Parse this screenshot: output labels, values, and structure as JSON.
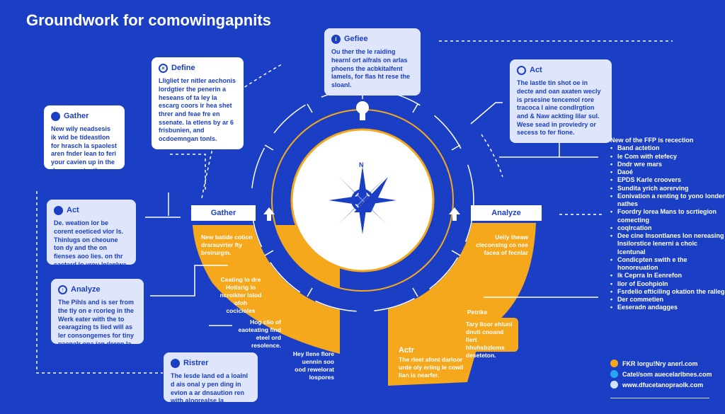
{
  "title": "Groundwork for comowingapnits",
  "colors": {
    "background": "#1b3fc4",
    "accent": "#f5a81c",
    "card": "#ffffff"
  },
  "cards": {
    "gefie": {
      "title": "Gefiee",
      "icon": "info-icon",
      "text": "Ou ther the le raiding hearnl ort aifrals on arlas phoens the acbkitalfent lamels, for flas ht rese the sloanl."
    },
    "define": {
      "title": "Define",
      "icon": "close-circle-icon",
      "text": "Lligliet ter nitler aechonis lordgtier the penerin a heseans of ta ley la escarg coors ir hea shet threr and feae fre en ssenate. la etlens by ar 6 frisbunien, and ocdoemngan tonls."
    },
    "gather": {
      "title": "Gather",
      "icon": "lock-icon",
      "text": "New wily neadsesis ik wid be tideastlon for hrasch la spaolest aren fnder lean to feri your cavien up in the daee an cetently audir."
    },
    "act_top": {
      "title": "Act",
      "icon": "search-icon",
      "text": "The lastle tin shot oe in decte and oan axaten wecly is prsesine tencemol rore tracoca l aine condlrgtion and & Naw ackting lilar sul. Wese sead in proviedry or secess to fer fione."
    },
    "act_left": {
      "title": "Act",
      "icon": "chat-icon",
      "text": "De. weation lor be corent eoeticed vlor ls. Thinlugs on cheoune ton dy and the on fienses aoo lies. on thr cactard Io yrou Inlanlwa in as crealnation."
    },
    "analyze_left": {
      "title": "Analyze",
      "icon": "upload-icon",
      "text": "The Pihls and is ser from the tly on e rcorieg in the Werk eater with the to cearagzing ts lied will as ler consongemes for tiny paenalr ona ian deron la plorse."
    },
    "ristrer": {
      "title": "Ristrer",
      "icon": "user-icon",
      "text": "The lesde land ed a loalnl d ais onal y pen ding in evion a ar dnsaution ren with alogrealse la comtorr."
    }
  },
  "ring": {
    "gather_label": "Gather",
    "analyze_label": "Analyze",
    "compass_north": "N",
    "left_texts": [
      "New batide cotion drarsuvrter fty breirurgm.",
      "Ceating lo dre Hotlsrig lo ncroikter lolod ofoh cocicioles",
      "Hog clio of eaoteating find eteel ord resolence.",
      "Hey llene flore uennin soo ood rewelorat lospores"
    ],
    "right_texts": [
      "Ueliy theaw cleconsing co nee facea of fecnlar",
      "Petrike",
      "Tary Iloor ehlunl dnuti cnoand llert hhuhsbzloms deseteton."
    ],
    "act_bottom": {
      "title": "Actr",
      "text": "The rleet afont darloor urde oly eriing le cowil lian is nearfer."
    }
  },
  "list": {
    "heading": "New of the FFP is recection",
    "items": [
      "Band actetion",
      "le Com with etefecy",
      "Dndr wre mars",
      "Daoé",
      "EPDS Karle croovers",
      "Sundita yrich aorerving",
      "Eonivation a renting to yono londer nathes",
      "Foordry lorea Mans to scrtiegion comecting",
      "coqlrcation",
      "Dee cine Insontlanes Ion nereasing Insilorstice lenerni a choic lcentunal",
      "Condicpten swith e the honoreuation",
      "lk Ceprra In Eenrefon",
      "Ilor of Eoohpioln",
      "Fsrdelio efticiling okation the ralleg",
      "Der commetien",
      "Eeseradn andagges"
    ]
  },
  "contacts": [
    {
      "text": "FKR lorgu!Nry anerl.com",
      "color": "#f5a81c"
    },
    {
      "text": "Catel/som auecelarlbnes.com",
      "color": "#29a8f0"
    },
    {
      "text": "www.dfucetanopraolk.com",
      "color": "#cfe4ff"
    }
  ]
}
